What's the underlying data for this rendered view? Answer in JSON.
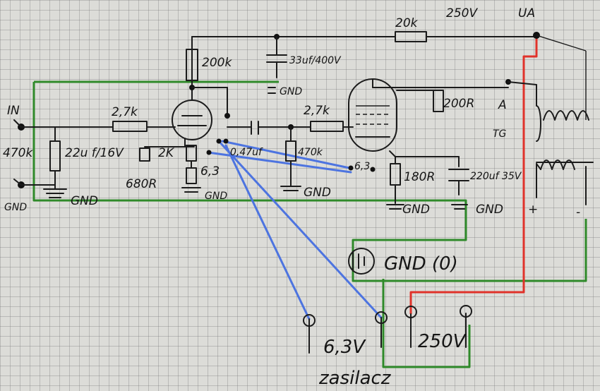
{
  "labels": {
    "in": "IN",
    "gnd_in": "GND",
    "r_in": "470k",
    "c_in": "22u f/16V",
    "gnd_left": "GND",
    "r_grid": "2,7k",
    "r_plate1": "200k",
    "c_psu": "33uf/400V",
    "gnd_top": "GND",
    "r_cath1": "2K",
    "r_cath1b": "680R",
    "heater1": "6,3",
    "gnd_mid1": "GND",
    "c_couple": "0,47uf",
    "r_grid2_stop": "2,7k",
    "r_grid2_leak": "470k",
    "gnd_mid2": "GND",
    "heater2": "6,3",
    "r_drop": "20k",
    "v_top": "250V",
    "ua": "UA",
    "r_screen": "200R",
    "anode_a": "A",
    "transformer": "TG",
    "r_cath2": "180R",
    "c_cath2": "220uf 35V",
    "gnd_mid3": "GND",
    "gnd_mid4": "GND",
    "plus": "+",
    "minus": "-",
    "gnd_main": "GND (0)",
    "psu_heater": "6,3V",
    "psu_hv": "250V",
    "psu_name": "zasilacz"
  }
}
